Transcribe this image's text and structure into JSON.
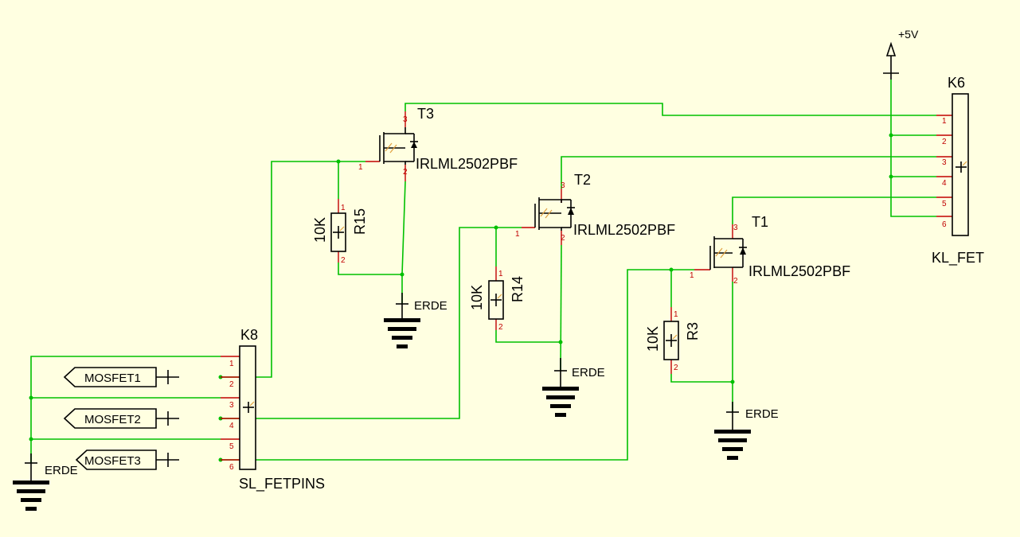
{
  "connectors": {
    "k6": {
      "ref": "K6",
      "name": "KL_FET",
      "pins": [
        "1",
        "2",
        "3",
        "4",
        "5",
        "6"
      ]
    },
    "k8": {
      "ref": "K8",
      "name": "SL_FETPINS",
      "pins": [
        "1",
        "2",
        "3",
        "4",
        "5",
        "6"
      ]
    }
  },
  "transistors": [
    {
      "ref": "T3",
      "value": "IRLML2502PBF",
      "pins": [
        "1",
        "2",
        "3"
      ]
    },
    {
      "ref": "T2",
      "value": "IRLML2502PBF",
      "pins": [
        "1",
        "2",
        "3"
      ]
    },
    {
      "ref": "T1",
      "value": "IRLML2502PBF",
      "pins": [
        "1",
        "2",
        "3"
      ]
    }
  ],
  "resistors": [
    {
      "ref": "R15",
      "value": "10K",
      "pins": [
        "1",
        "2"
      ]
    },
    {
      "ref": "R14",
      "value": "10K",
      "pins": [
        "1",
        "2"
      ]
    },
    {
      "ref": "R3",
      "value": "10K",
      "pins": [
        "1",
        "2"
      ]
    }
  ],
  "grounds": [
    "ERDE",
    "ERDE",
    "ERDE",
    "ERDE"
  ],
  "supply": "+5V",
  "net_labels": [
    "MOSFET1",
    "MOSFET2",
    "MOSFET3"
  ],
  "colors": {
    "background": "#ffffe1",
    "wire": "#00c000",
    "pin": "#c00000"
  }
}
